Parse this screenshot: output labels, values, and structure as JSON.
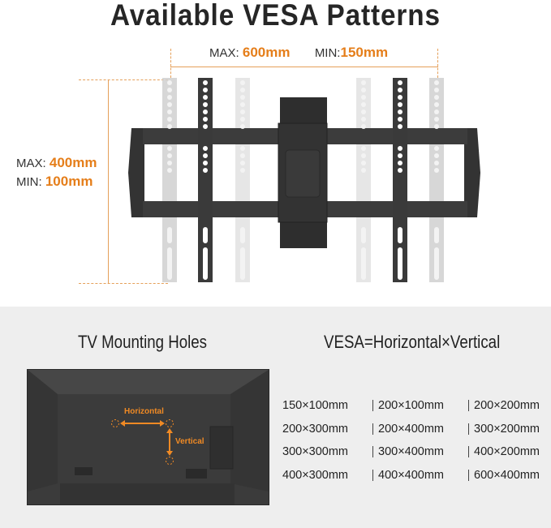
{
  "header": {
    "title": "Available VESA Patterns"
  },
  "horizontal_dims": {
    "max_label": "MAX:",
    "max_value": "600mm",
    "min_label": "MIN:",
    "min_value": "150mm"
  },
  "vertical_dims": {
    "max_label": "MAX:",
    "max_value": "400mm",
    "min_label": "MIN:",
    "min_value": "100mm"
  },
  "tv_section": {
    "title": "TV Mounting Holes",
    "horizontal_label": "Horizontal",
    "vertical_label": "Vertical"
  },
  "vesa_section": {
    "title": "VESA=Horizontal×Vertical",
    "patterns": [
      [
        "150×100mm",
        "200×100mm",
        "200×200mm"
      ],
      [
        "200×300mm",
        "200×400mm",
        "300×200mm"
      ],
      [
        "300×300mm",
        "300×400mm",
        "400×200mm"
      ],
      [
        "400×300mm",
        "400×400mm",
        "600×400mm"
      ]
    ]
  },
  "colors": {
    "accent": "#e57e1a",
    "bracket": "#3a3a3a",
    "bracket_ghost": "#c8c8c8",
    "background_lower": "#eeeeee"
  }
}
